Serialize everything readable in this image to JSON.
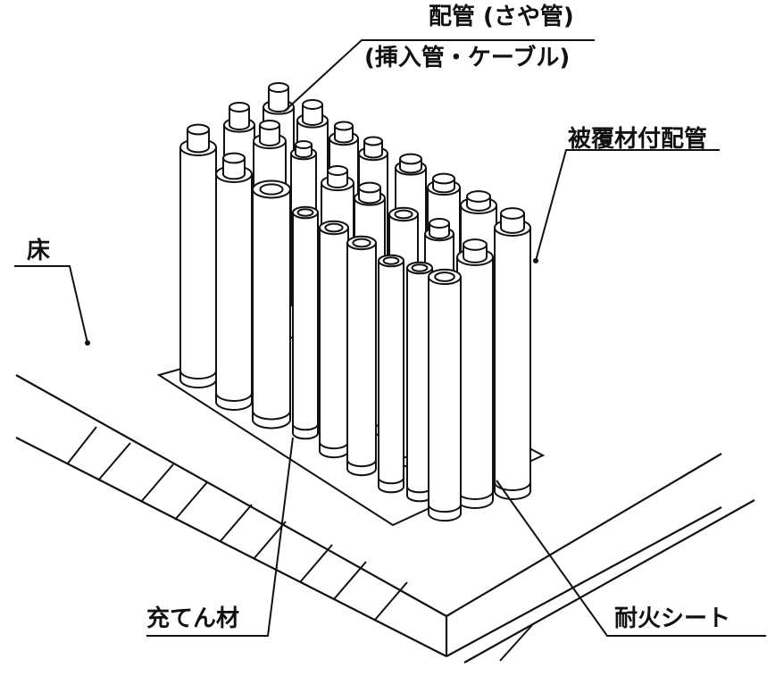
{
  "labels": {
    "pipe_sleeve": "配管 (さや管)",
    "pipe_inserted": "(挿入管・ケーブル)",
    "coated_pipe": "被覆材付配管",
    "floor": "床",
    "filler": "充てん材",
    "fire_sheet": "耐火シート"
  },
  "colors": {
    "line": "#111111",
    "fill": "#ffffff"
  }
}
